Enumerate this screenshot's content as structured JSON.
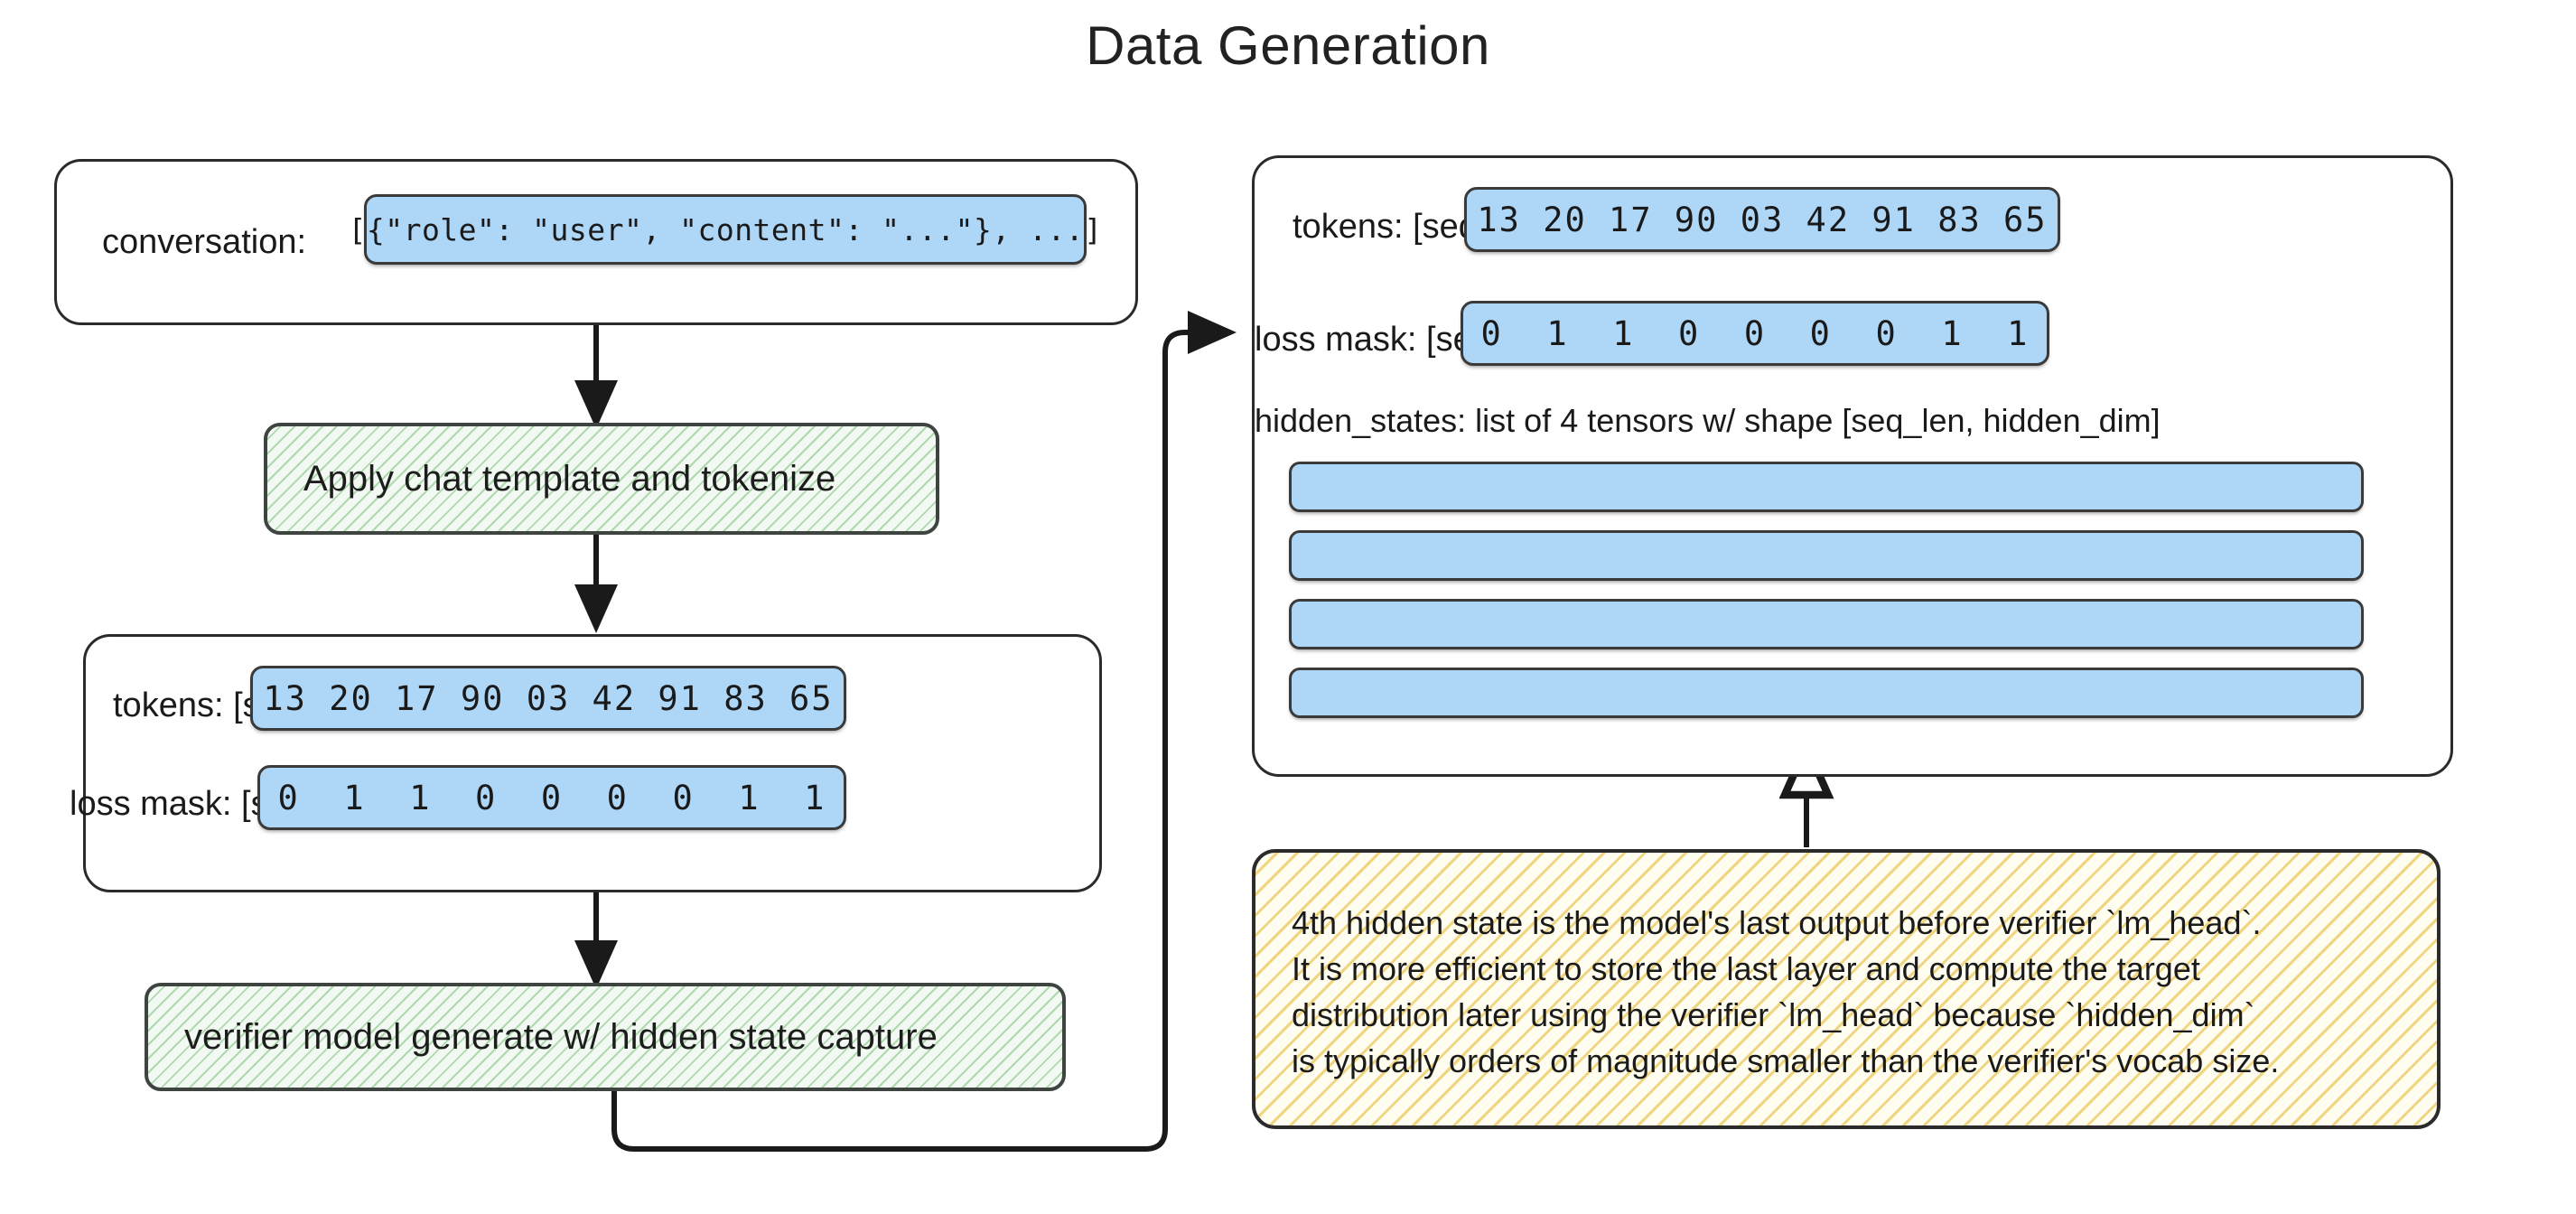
{
  "title": "Data Generation",
  "left_column": {
    "conversation_box": {
      "label": "conversation:",
      "value": "[{\"role\": \"user\", \"content\": \"...\"}, ...]"
    },
    "process_1": "Apply chat template and tokenize",
    "tokens_box": {
      "tokens_label": "tokens: [seq_len]",
      "tokens_value": "13 20 17 90 03 42 91 83 65",
      "mask_label": "loss mask: [seq_len]",
      "mask_value": "0  1  1  0  0  0  0  1  1"
    },
    "process_2": "verifier model generate w/ hidden state capture"
  },
  "right_column": {
    "output_box": {
      "tokens_label": "tokens: [seq_len]",
      "tokens_value": "13 20 17 90 03 42 91 83 65",
      "mask_label": "loss mask: [seq_len]",
      "mask_value": "0  1  1  0  0  0  0  1  1",
      "hidden_states_label": "hidden_states: list of 4 tensors w/ shape [seq_len, hidden_dim]",
      "hidden_state_tensor_count": 4
    },
    "note": {
      "lines": [
        "4th hidden state is the model's last output before verifier `lm_head`.",
        "It is more efficient to store the last layer and compute the target",
        "distribution later using the verifier `lm_head` because `hidden_dim`",
        "is typically orders of magnitude smaller than the verifier's vocab size."
      ]
    }
  },
  "colors": {
    "chip_blue": "#aed6f7",
    "process_green": "#f2f9f2",
    "note_yellow": "#fffdf0",
    "stroke": "#2b2b2b"
  }
}
